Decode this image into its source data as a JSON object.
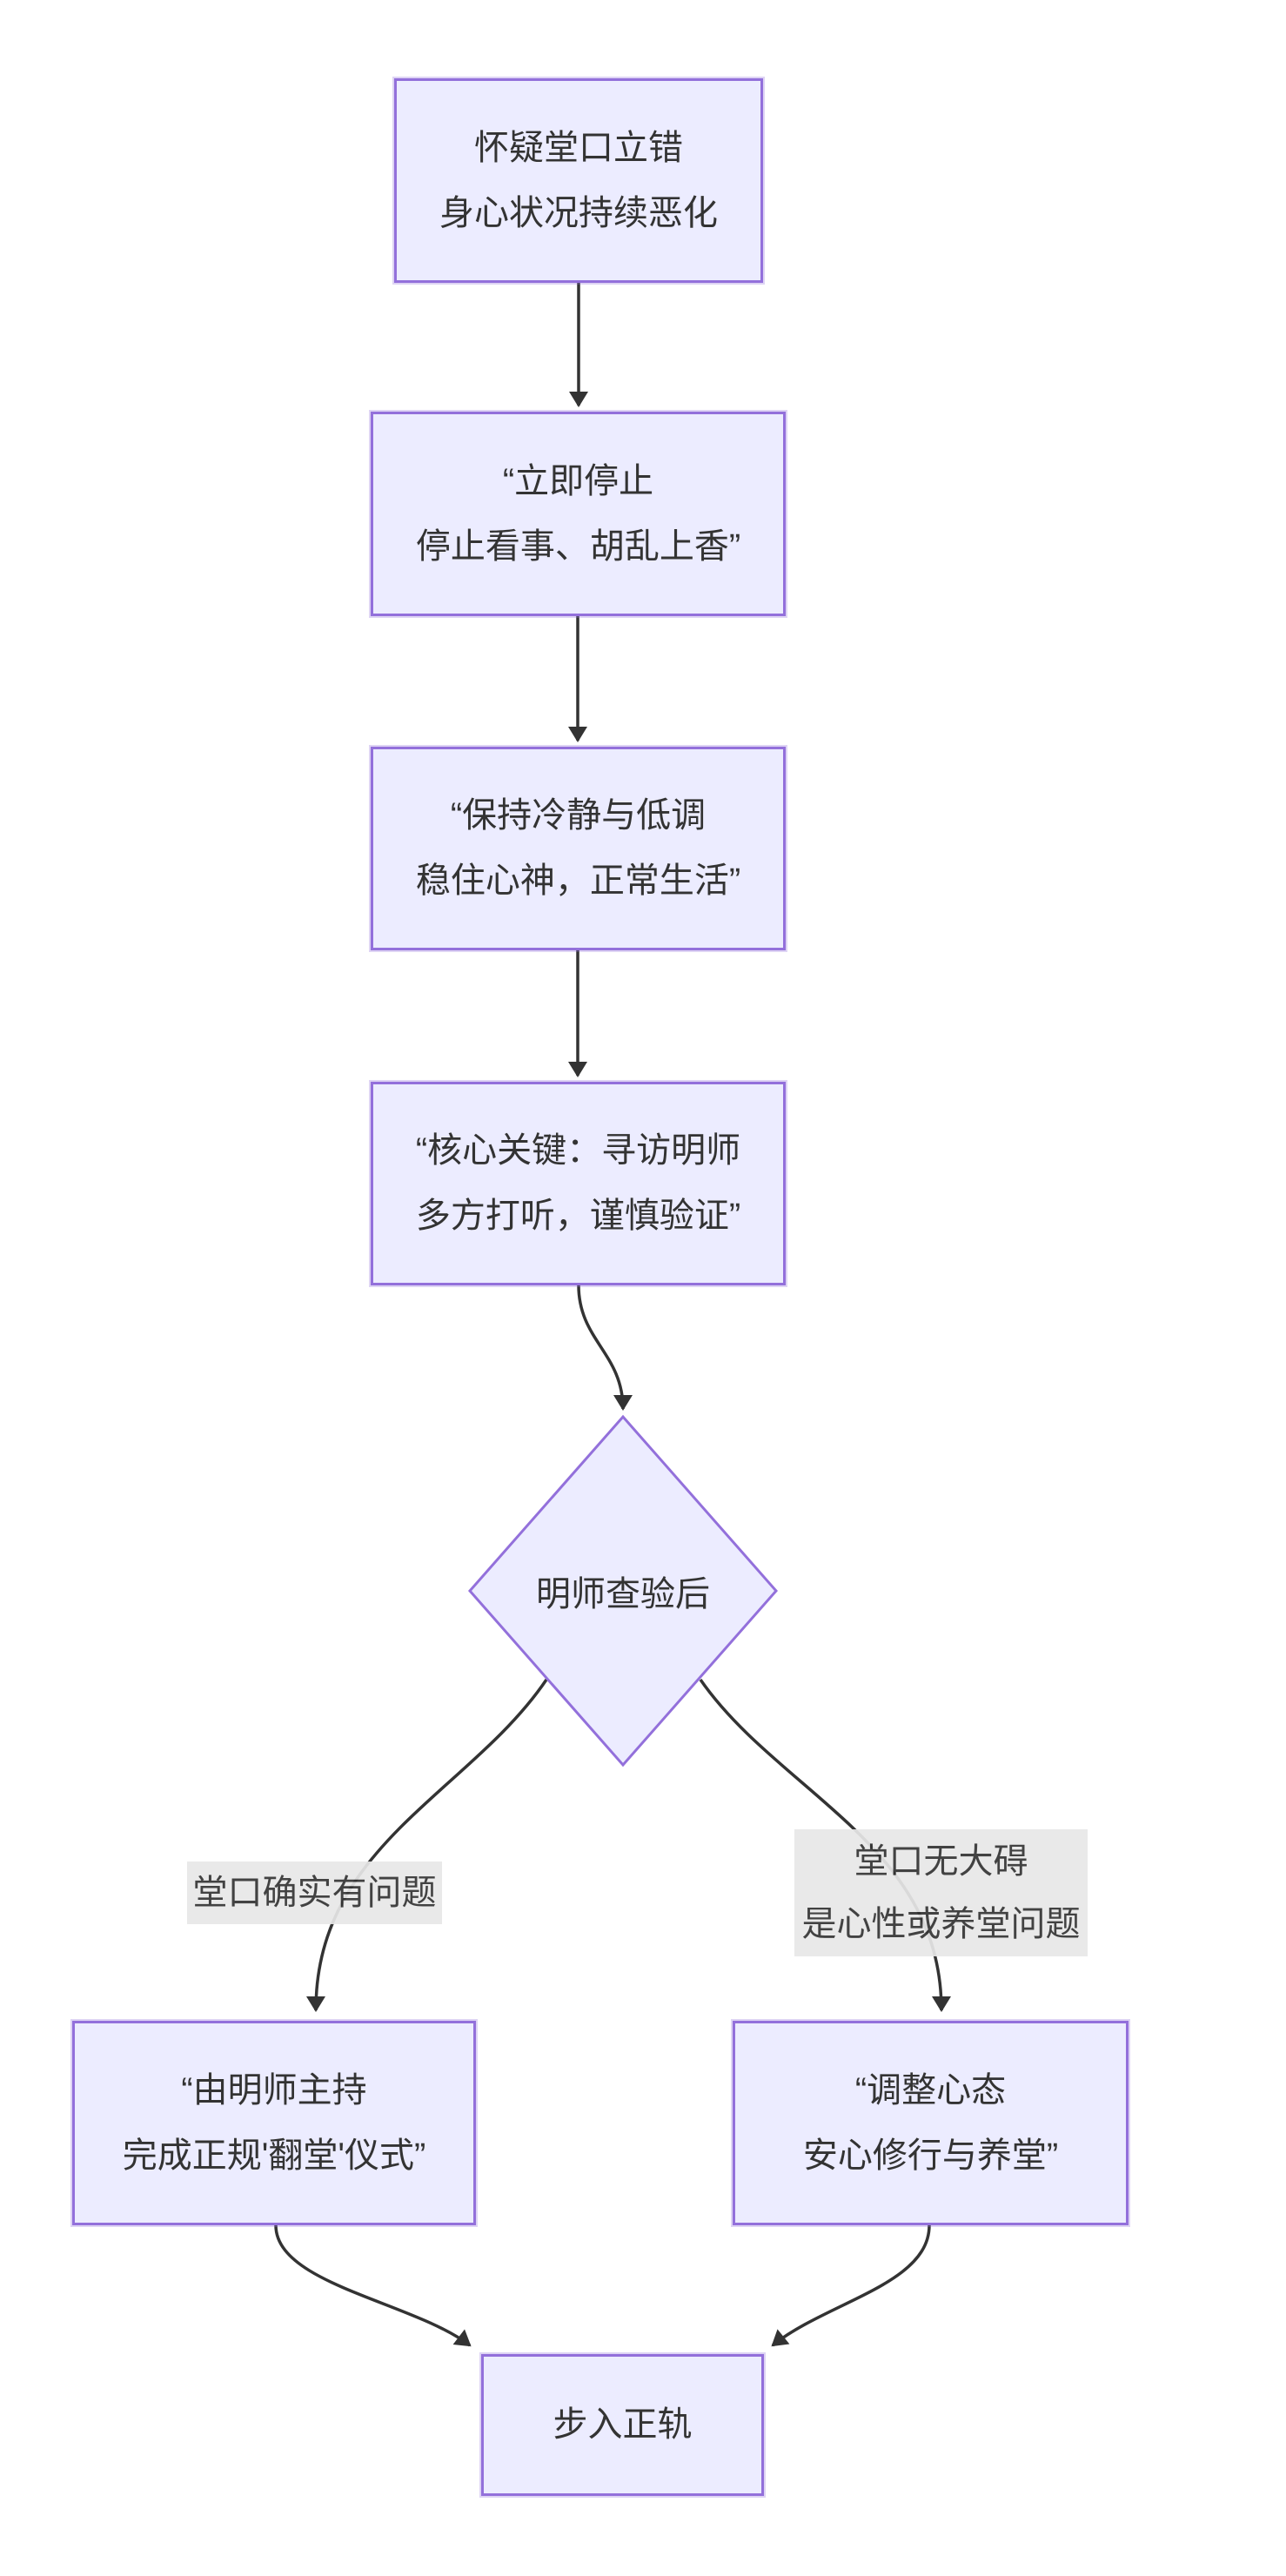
{
  "colors": {
    "background": "#ffffff",
    "node_fill": "#ECECFF",
    "node_border": "#9370DB",
    "text": "#333333",
    "edge": "#333333",
    "edge_label_bg": "#e8e8e8"
  },
  "nodes": {
    "A": {
      "shape": "rect",
      "lines": [
        "怀疑堂口立错",
        "身心状况持续恶化"
      ]
    },
    "B": {
      "shape": "rect",
      "lines": [
        "“立即停止",
        "停止看事、胡乱上香”"
      ]
    },
    "C": {
      "shape": "rect",
      "lines": [
        "“保持冷静与低调",
        "稳住心神，正常生活”"
      ]
    },
    "D": {
      "shape": "rect",
      "lines": [
        "“核心关键：寻访明师",
        "多方打听，谨慎验证”"
      ]
    },
    "E": {
      "shape": "diamond",
      "lines": [
        "明师查验后"
      ]
    },
    "F": {
      "shape": "rect",
      "lines": [
        "“由明师主持",
        "完成正规'翻堂'仪式”"
      ]
    },
    "G": {
      "shape": "rect",
      "lines": [
        "“调整心态",
        "安心修行与养堂”"
      ]
    },
    "H": {
      "shape": "rect",
      "lines": [
        "步入正轨"
      ]
    }
  },
  "edges": [
    {
      "from": "A",
      "to": "B"
    },
    {
      "from": "B",
      "to": "C"
    },
    {
      "from": "C",
      "to": "D"
    },
    {
      "from": "D",
      "to": "E"
    },
    {
      "from": "E",
      "to": "F",
      "label_key": "to_F"
    },
    {
      "from": "E",
      "to": "G",
      "label_key": "to_G"
    },
    {
      "from": "F",
      "to": "H"
    },
    {
      "from": "G",
      "to": "H"
    }
  ],
  "edge_labels": {
    "to_F": {
      "lines": [
        "堂口确实有问题"
      ]
    },
    "to_G": {
      "lines": [
        "堂口无大碍",
        "是心性或养堂问题"
      ]
    }
  }
}
